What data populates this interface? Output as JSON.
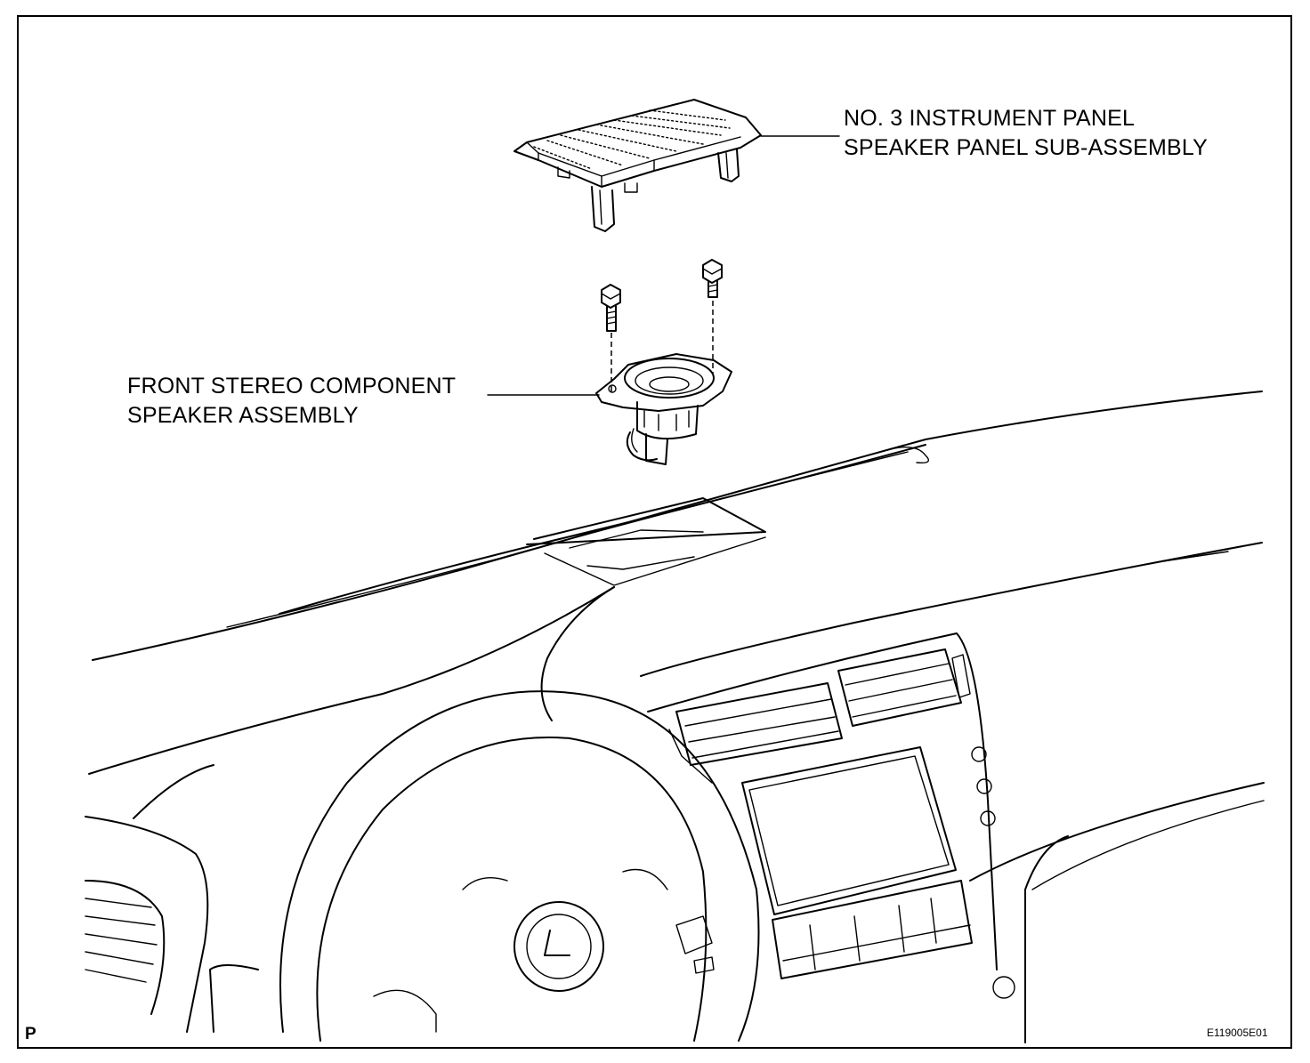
{
  "labels": {
    "panel_line1": "NO. 3 INSTRUMENT PANEL",
    "panel_line2": "SPEAKER PANEL SUB-ASSEMBLY",
    "speaker_line1": "FRONT STEREO COMPONENT",
    "speaker_line2": "SPEAKER ASSEMBLY"
  },
  "corner_mark": "P",
  "figure_code": "E119005E01"
}
